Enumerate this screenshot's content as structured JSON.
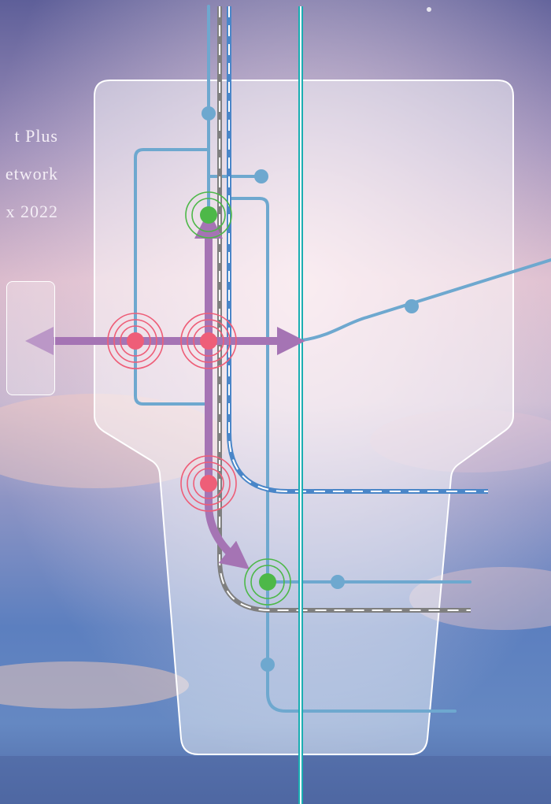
{
  "side_text": {
    "line1": "t Plus",
    "line2": "etwork",
    "line3": "x 2022"
  },
  "colors": {
    "line_blue": "#6ea8cf",
    "line_dark_blue": "#4a86c8",
    "line_grey": "#7f7f7f",
    "line_teal": "#1aaeb2",
    "arrow_purple": "#a574b4",
    "node_red": "#ee5e78",
    "node_green": "#4db848",
    "panel_fill": "rgba(255,255,255,0.45)"
  },
  "icons": {
    "red_node": "concentric-target-icon",
    "green_node": "concentric-target-icon",
    "station": "dot-icon",
    "arrow": "arrowhead-icon"
  }
}
